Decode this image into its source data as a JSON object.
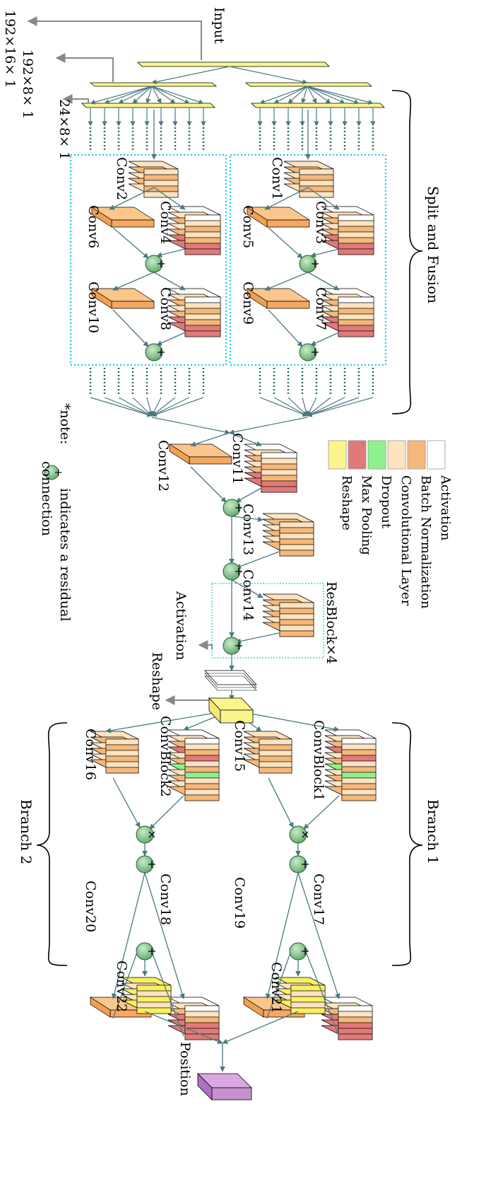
{
  "labels": {
    "input": "Input",
    "out_192x16": "192×16× 1",
    "out_192x8": "192×8× 1",
    "out_24x8": "24×8× 1",
    "split_fusion": "Split and Fusion",
    "branch1": "Branch 1",
    "branch2": "Branch 2",
    "resblock": "ResBlock×4",
    "activation": "Activation",
    "reshape": "Reshape",
    "position": "Position",
    "note_prefix": "*note:",
    "note_mid": "indicates a residual",
    "note_end": "connection",
    "plus": "+",
    "times": "×"
  },
  "convs": {
    "conv1": "Conv1",
    "conv2": "Conv2",
    "conv3": "Conv3",
    "conv4": "Conv4",
    "conv5": "Conv5",
    "conv6": "Conv6",
    "conv7": "Conv7",
    "conv8": "Conv8",
    "conv9": "Conv9",
    "conv10": "Conv10",
    "conv11": "Conv11",
    "conv12": "Conv12",
    "conv13": "Conv13",
    "conv14": "Conv14",
    "conv15": "Conv15",
    "conv16": "Conv16",
    "conv17": "Conv17",
    "conv18": "Conv18",
    "conv19": "Conv19",
    "conv20": "Conv20",
    "conv21": "Conv21",
    "conv22": "Conv22",
    "convblock1": "ConvBlock1",
    "convblock2": "ConvBlock2"
  },
  "legend": [
    {
      "label": "Activation",
      "color": "#ffffff"
    },
    {
      "label": "Batch Normalization",
      "color": "#f5b77a"
    },
    {
      "label": "Convolutional Layer",
      "color": "#fde3c0"
    },
    {
      "label": "Dropout",
      "color": "#8ef28e"
    },
    {
      "label": "Max Pooling",
      "color": "#e07a78"
    },
    {
      "label": "Reshape",
      "color": "#fbf58e"
    }
  ],
  "colors": {
    "arrow": "#4a7a80",
    "output_arrow": "#888888",
    "dotted_box": "#1ec8e8",
    "node": "#7fc28a",
    "position": "#c890d0"
  }
}
